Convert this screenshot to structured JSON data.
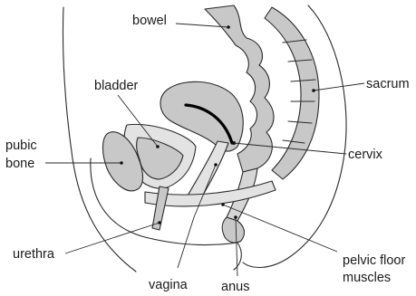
{
  "colors": {
    "organ_fill": "#c8c8c8",
    "organ_fill_light": "#e3e3e3",
    "outline": "#2a2a2a",
    "uterus_line": "#000000",
    "background": "#ffffff"
  },
  "labels": {
    "bowel": "bowel",
    "sacrum": "sacrum",
    "bladder": "bladder",
    "pubic_bone_line1": "pubic",
    "pubic_bone_line2": "bone",
    "cervix": "cervix",
    "urethra": "urethra",
    "pelvic_floor_line1": "pelvic floor",
    "pelvic_floor_line2": "muscles",
    "vagina": "vagina",
    "anus": "anus"
  }
}
